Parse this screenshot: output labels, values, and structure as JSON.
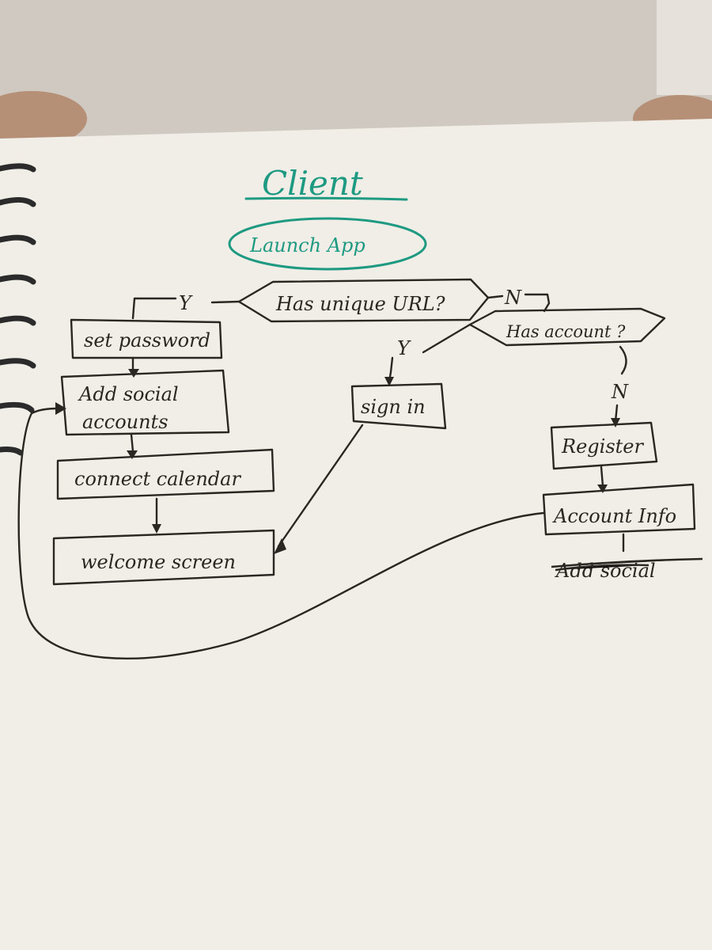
{
  "title": "Client",
  "start": "Launch App",
  "decisions": {
    "unique_url": "Has unique URL?",
    "has_account": "Has account ?"
  },
  "branches": {
    "yes": "Y",
    "no": "N"
  },
  "steps": {
    "set_password": "set password",
    "add_social_line1": "Add social",
    "add_social_line2": "accounts",
    "connect_calendar": "connect calendar",
    "welcome_screen": "welcome screen",
    "sign_in": "sign in",
    "register": "Register",
    "account_info": "Account Info",
    "add_social_crossed": "Add social"
  }
}
